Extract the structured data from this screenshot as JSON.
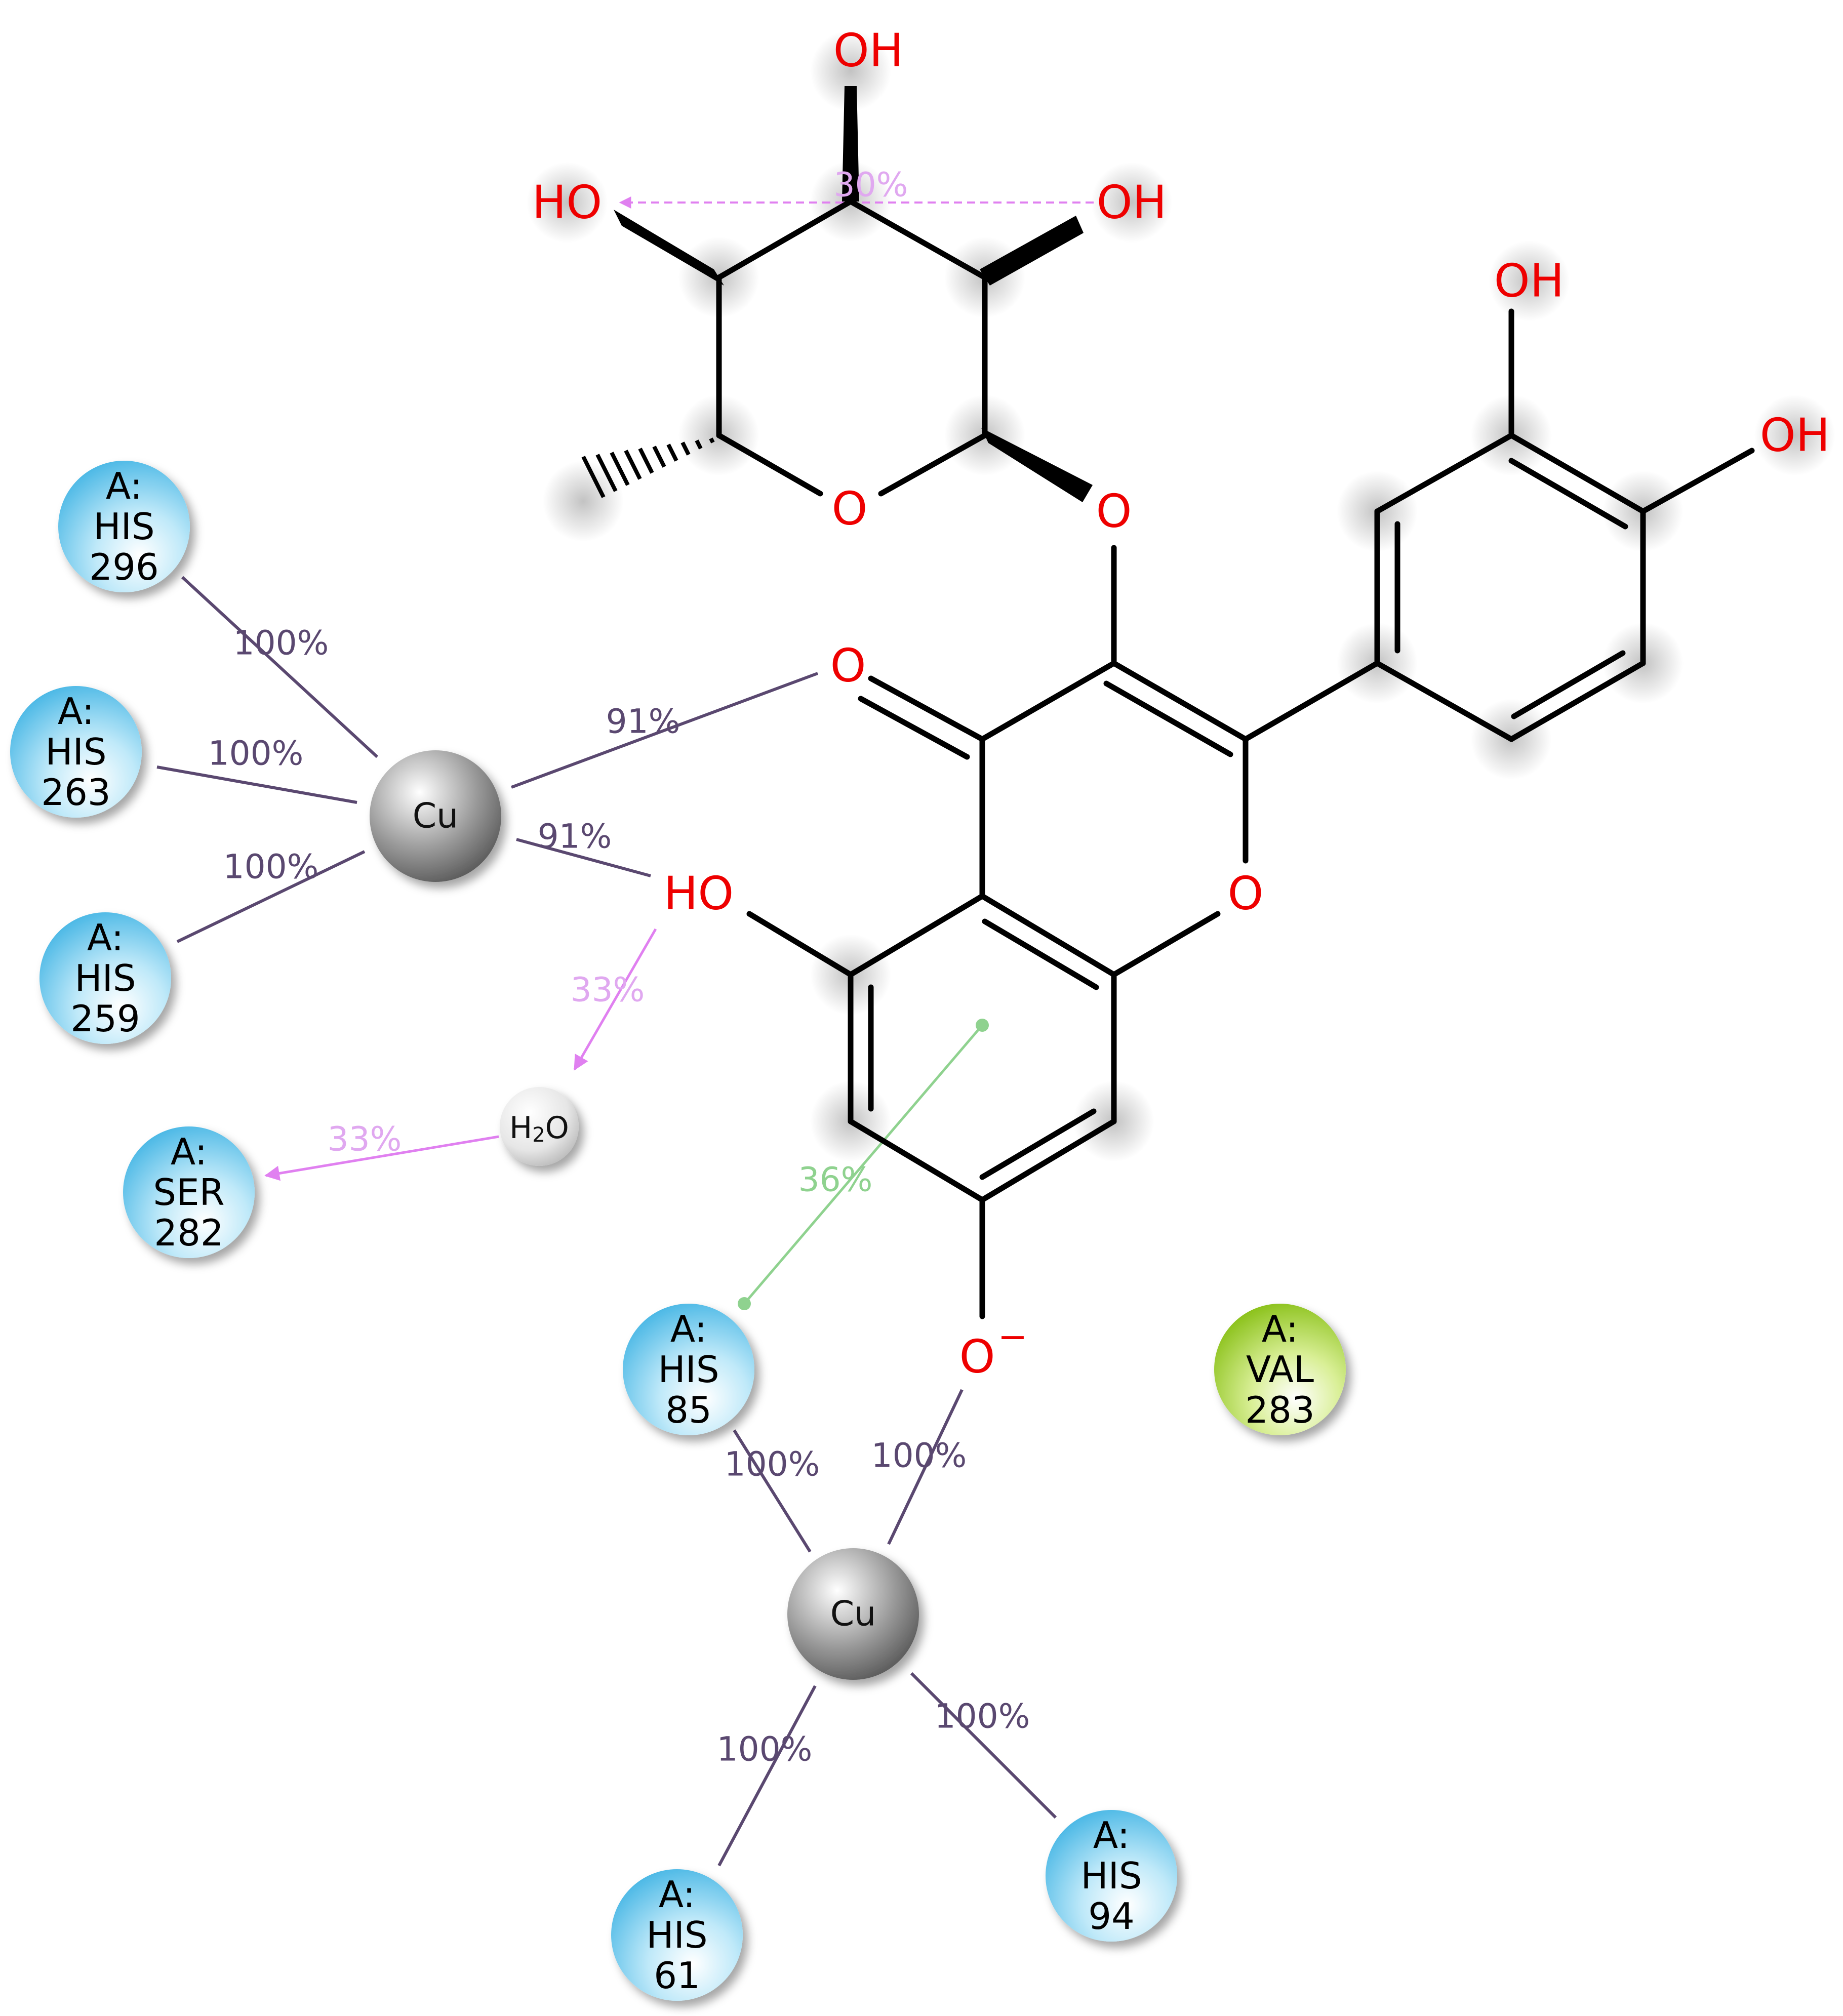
{
  "diagram": {
    "ligand_atom_labels": [
      {
        "id": "oh-top",
        "text": "OH"
      },
      {
        "id": "ho-left",
        "text": "HO"
      },
      {
        "id": "oh-right",
        "text": "OH"
      },
      {
        "id": "o-sugar-ring",
        "text": "O"
      },
      {
        "id": "o-glycosidic",
        "text": "O"
      },
      {
        "id": "oh-catechol-3",
        "text": "OH"
      },
      {
        "id": "oh-catechol-4",
        "text": "OH"
      },
      {
        "id": "o-carbonyl",
        "text": "O"
      },
      {
        "id": "o-pyran",
        "text": "O"
      },
      {
        "id": "ho-5",
        "text": "HO"
      },
      {
        "id": "o-phenolate",
        "text": "O"
      }
    ],
    "charge_label": "−",
    "water": {
      "main": "H",
      "sub": "2",
      "tail": "O"
    },
    "metals": [
      {
        "id": "cu-1",
        "label": "Cu"
      },
      {
        "id": "cu-2",
        "label": "Cu"
      }
    ],
    "residues": [
      {
        "id": "his-296",
        "chain": "A:",
        "name": "HIS",
        "number": "296",
        "kind": "polar"
      },
      {
        "id": "his-263",
        "chain": "A:",
        "name": "HIS",
        "number": "263",
        "kind": "polar"
      },
      {
        "id": "his-259",
        "chain": "A:",
        "name": "HIS",
        "number": "259",
        "kind": "polar"
      },
      {
        "id": "ser-282",
        "chain": "A:",
        "name": "SER",
        "number": "282",
        "kind": "polar"
      },
      {
        "id": "his-85",
        "chain": "A:",
        "name": "HIS",
        "number": "85",
        "kind": "polar"
      },
      {
        "id": "val-283",
        "chain": "A:",
        "name": "VAL",
        "number": "283",
        "kind": "hydrophobic"
      },
      {
        "id": "his-61",
        "chain": "A:",
        "name": "HIS",
        "number": "61",
        "kind": "polar"
      },
      {
        "id": "his-94",
        "chain": "A:",
        "name": "HIS",
        "number": "94",
        "kind": "polar"
      }
    ],
    "interactions": [
      {
        "id": "hbond-intramolecular",
        "type": "hbond",
        "label": "30%"
      },
      {
        "id": "metal-his296-cu1",
        "type": "metal",
        "label": "100%"
      },
      {
        "id": "metal-his263-cu1",
        "type": "metal",
        "label": "100%"
      },
      {
        "id": "metal-his259-cu1",
        "type": "metal",
        "label": "100%"
      },
      {
        "id": "metal-cu1-carbonyl",
        "type": "metal",
        "label": "91%"
      },
      {
        "id": "metal-cu1-ho5",
        "type": "metal",
        "label": "91%"
      },
      {
        "id": "hbond-ho5-water",
        "type": "hbond",
        "label": "33%"
      },
      {
        "id": "hbond-water-ser282",
        "type": "hbond",
        "label": "33%"
      },
      {
        "id": "pi-his85-ring",
        "type": "pi",
        "label": "36%"
      },
      {
        "id": "metal-his85-cu2",
        "type": "metal",
        "label": "100%"
      },
      {
        "id": "metal-phenolate-cu2",
        "type": "metal",
        "label": "100%"
      },
      {
        "id": "metal-cu2-his61",
        "type": "metal",
        "label": "100%"
      },
      {
        "id": "metal-cu2-his94",
        "type": "metal",
        "label": "100%"
      }
    ]
  },
  "colors": {
    "bond": "#000000",
    "heteroatom": "#ee0000",
    "metal_interaction": "#5a4870",
    "hbond": "#e080f0",
    "pi_interaction": "#8fd28f",
    "polar_residue": "#62c6ec",
    "hydrophobic_residue": "#9fd028",
    "metal_sphere": "#7a7a7a",
    "water_sphere": "#dcdcdc"
  }
}
